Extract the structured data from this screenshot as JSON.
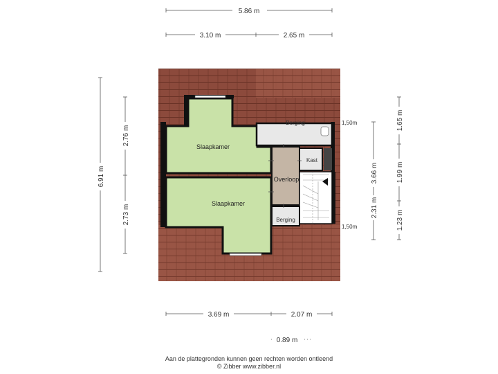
{
  "rooms": {
    "slaapkamer_top": "Slaapkamer",
    "slaapkamer_bottom": "Slaapkamer",
    "berging_top": "Berging",
    "kast": "Kast",
    "overloop": "Overloop",
    "berging_bottom": "Berging"
  },
  "dimensions": {
    "total_width": "5.86 m",
    "top_left_width": "3.10 m",
    "top_right_width": "2.65 m",
    "total_depth": "6.91 m",
    "left_top_depth": "2.76 m",
    "left_bottom_depth": "2.73 m",
    "height_top_right": "1,50m",
    "height_bottom_right": "1,50m",
    "right_mid_depth": "3.66 m",
    "right_inner_depth": "2.31 m",
    "far_right_top": "1.65 m",
    "far_right_mid": "1.99 m",
    "far_right_bottom": "1.23 m",
    "bottom_left_width": "3.69 m",
    "bottom_right_width": "2.07 m",
    "bottom_small": "0.89 m"
  },
  "footer": {
    "disclaimer": "Aan de plattegronden kunnen geen rechten worden ontleend",
    "credit": "© Zibber www.zibber.nl"
  },
  "colors": {
    "roof": "#8c4a3c",
    "roof_tile_line": "#6e3428",
    "bedroom": "#c9e2a8",
    "hall": "#c4b5a5",
    "storage": "#e8e8e8",
    "wall": "#111111"
  }
}
